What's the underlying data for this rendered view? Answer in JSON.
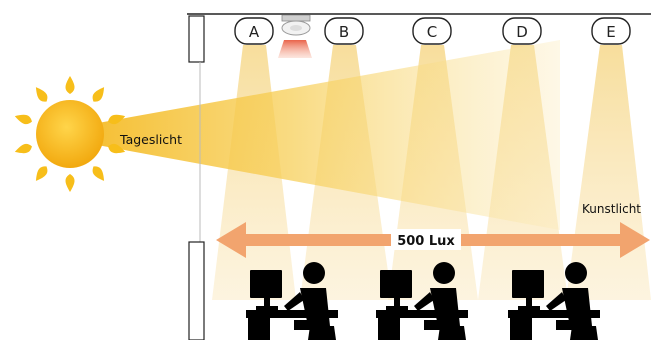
{
  "daylight_label": "Tageslicht",
  "artificial_label": "Kunstlicht",
  "lux_label": "500 Lux",
  "lamps": [
    {
      "label": "A"
    },
    {
      "label": "B"
    },
    {
      "label": "C"
    },
    {
      "label": "D"
    },
    {
      "label": "E"
    }
  ],
  "workstations": 3,
  "icons": [
    "sun-icon",
    "ceiling-lamp-icon",
    "double-arrow-icon",
    "workstation-icon"
  ],
  "colors": {
    "sun": "#F7BE1A",
    "beam": "#F6C23A",
    "lamp_cone": "#F2DCA4",
    "arrow": "#F2A46E",
    "silhouette": "#000000"
  }
}
